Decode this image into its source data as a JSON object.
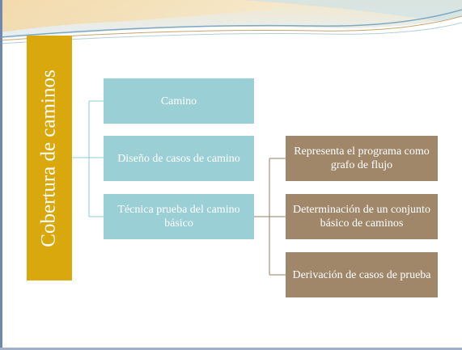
{
  "diagram": {
    "title": "Cobertura de caminos",
    "level1": [
      {
        "label": "Camino"
      },
      {
        "label": "Diseño de casos de camino"
      },
      {
        "label": "Técnica prueba del camino básico"
      }
    ],
    "level2": [
      {
        "label": "Representa el programa como grafo de flujo"
      },
      {
        "label": "Determinación  de un conjunto básico de caminos"
      },
      {
        "label": "Derivación de casos de prueba"
      }
    ]
  },
  "colors": {
    "title_box": "#d8a80c",
    "level1_box": "#9bcfd6",
    "level2_box": "#a0876a",
    "connector_level1": "#8fc8d0",
    "connector_level2": "#9a7b5d"
  }
}
